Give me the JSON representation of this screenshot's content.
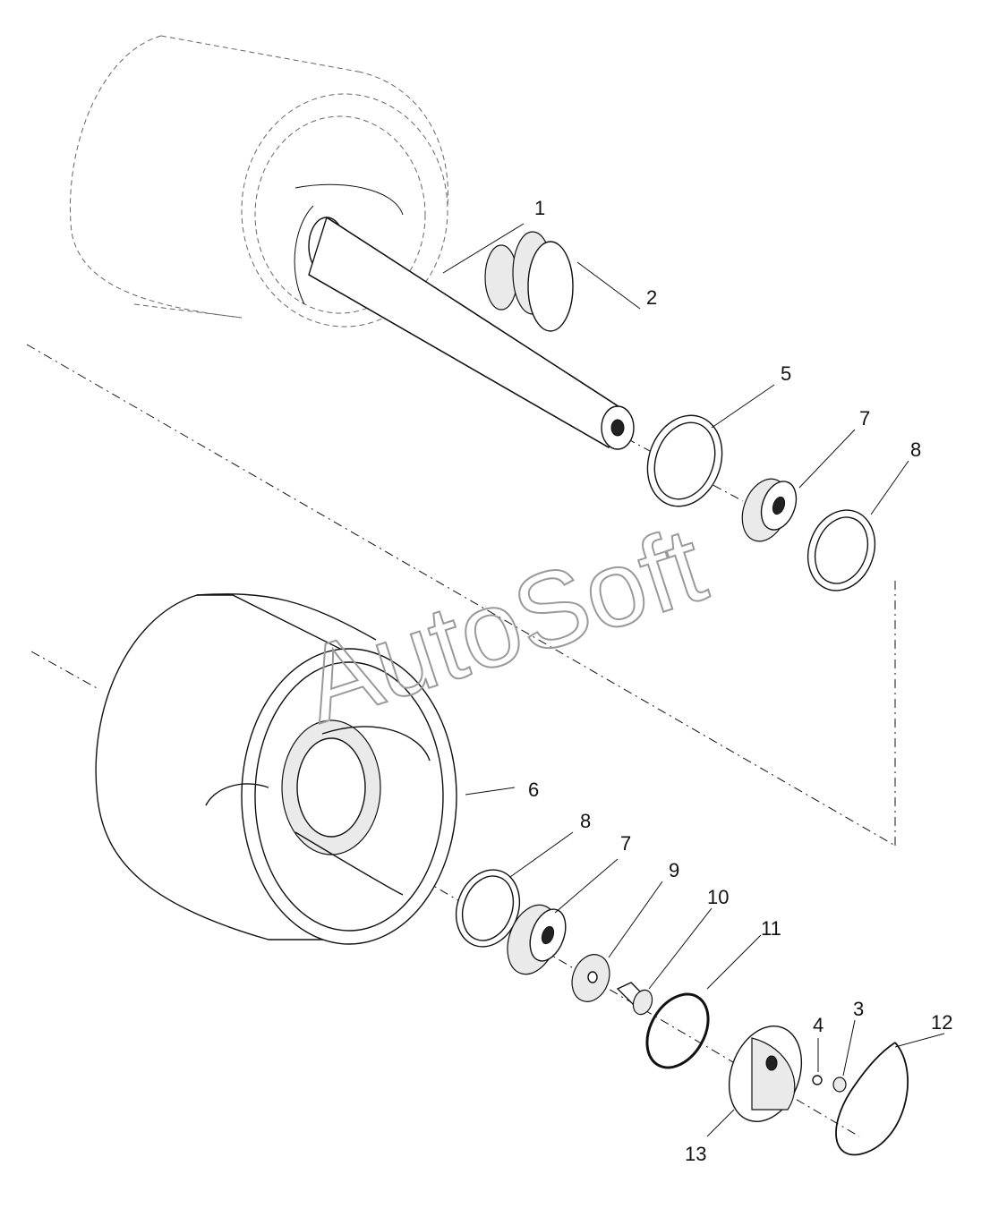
{
  "watermark": "AutoSoft",
  "callouts": [
    {
      "id": "1",
      "label": "1"
    },
    {
      "id": "2",
      "label": "2"
    },
    {
      "id": "5",
      "label": "5"
    },
    {
      "id": "7a",
      "label": "7"
    },
    {
      "id": "8a",
      "label": "8"
    },
    {
      "id": "6",
      "label": "6"
    },
    {
      "id": "8b",
      "label": "8"
    },
    {
      "id": "7b",
      "label": "7"
    },
    {
      "id": "9",
      "label": "9"
    },
    {
      "id": "10",
      "label": "10"
    },
    {
      "id": "11",
      "label": "11"
    },
    {
      "id": "4",
      "label": "4"
    },
    {
      "id": "3",
      "label": "3"
    },
    {
      "id": "12",
      "label": "12"
    },
    {
      "id": "13",
      "label": "13"
    }
  ]
}
